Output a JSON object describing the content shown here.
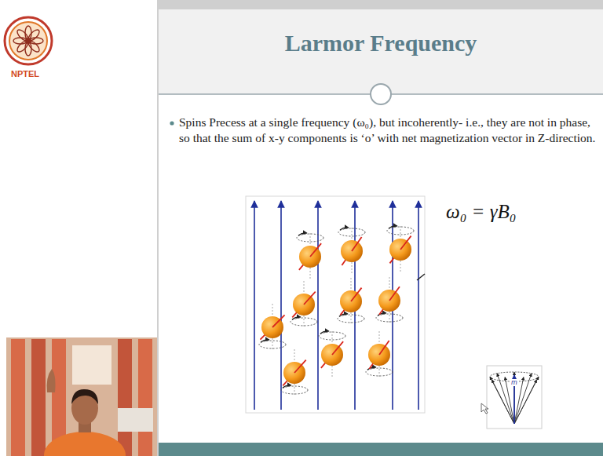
{
  "diagram": {
    "title": "Larmor Frequency",
    "labels": [
      "NPTEL",
      "Spins Precess at a single frequency (ω₀), but incoherently- i.e., they are not in phase, so that the sum of x-y components is ‘o’ with net magnetization vector in Z-direction.",
      "ω₀ = γB₀",
      "m"
    ]
  }
}
